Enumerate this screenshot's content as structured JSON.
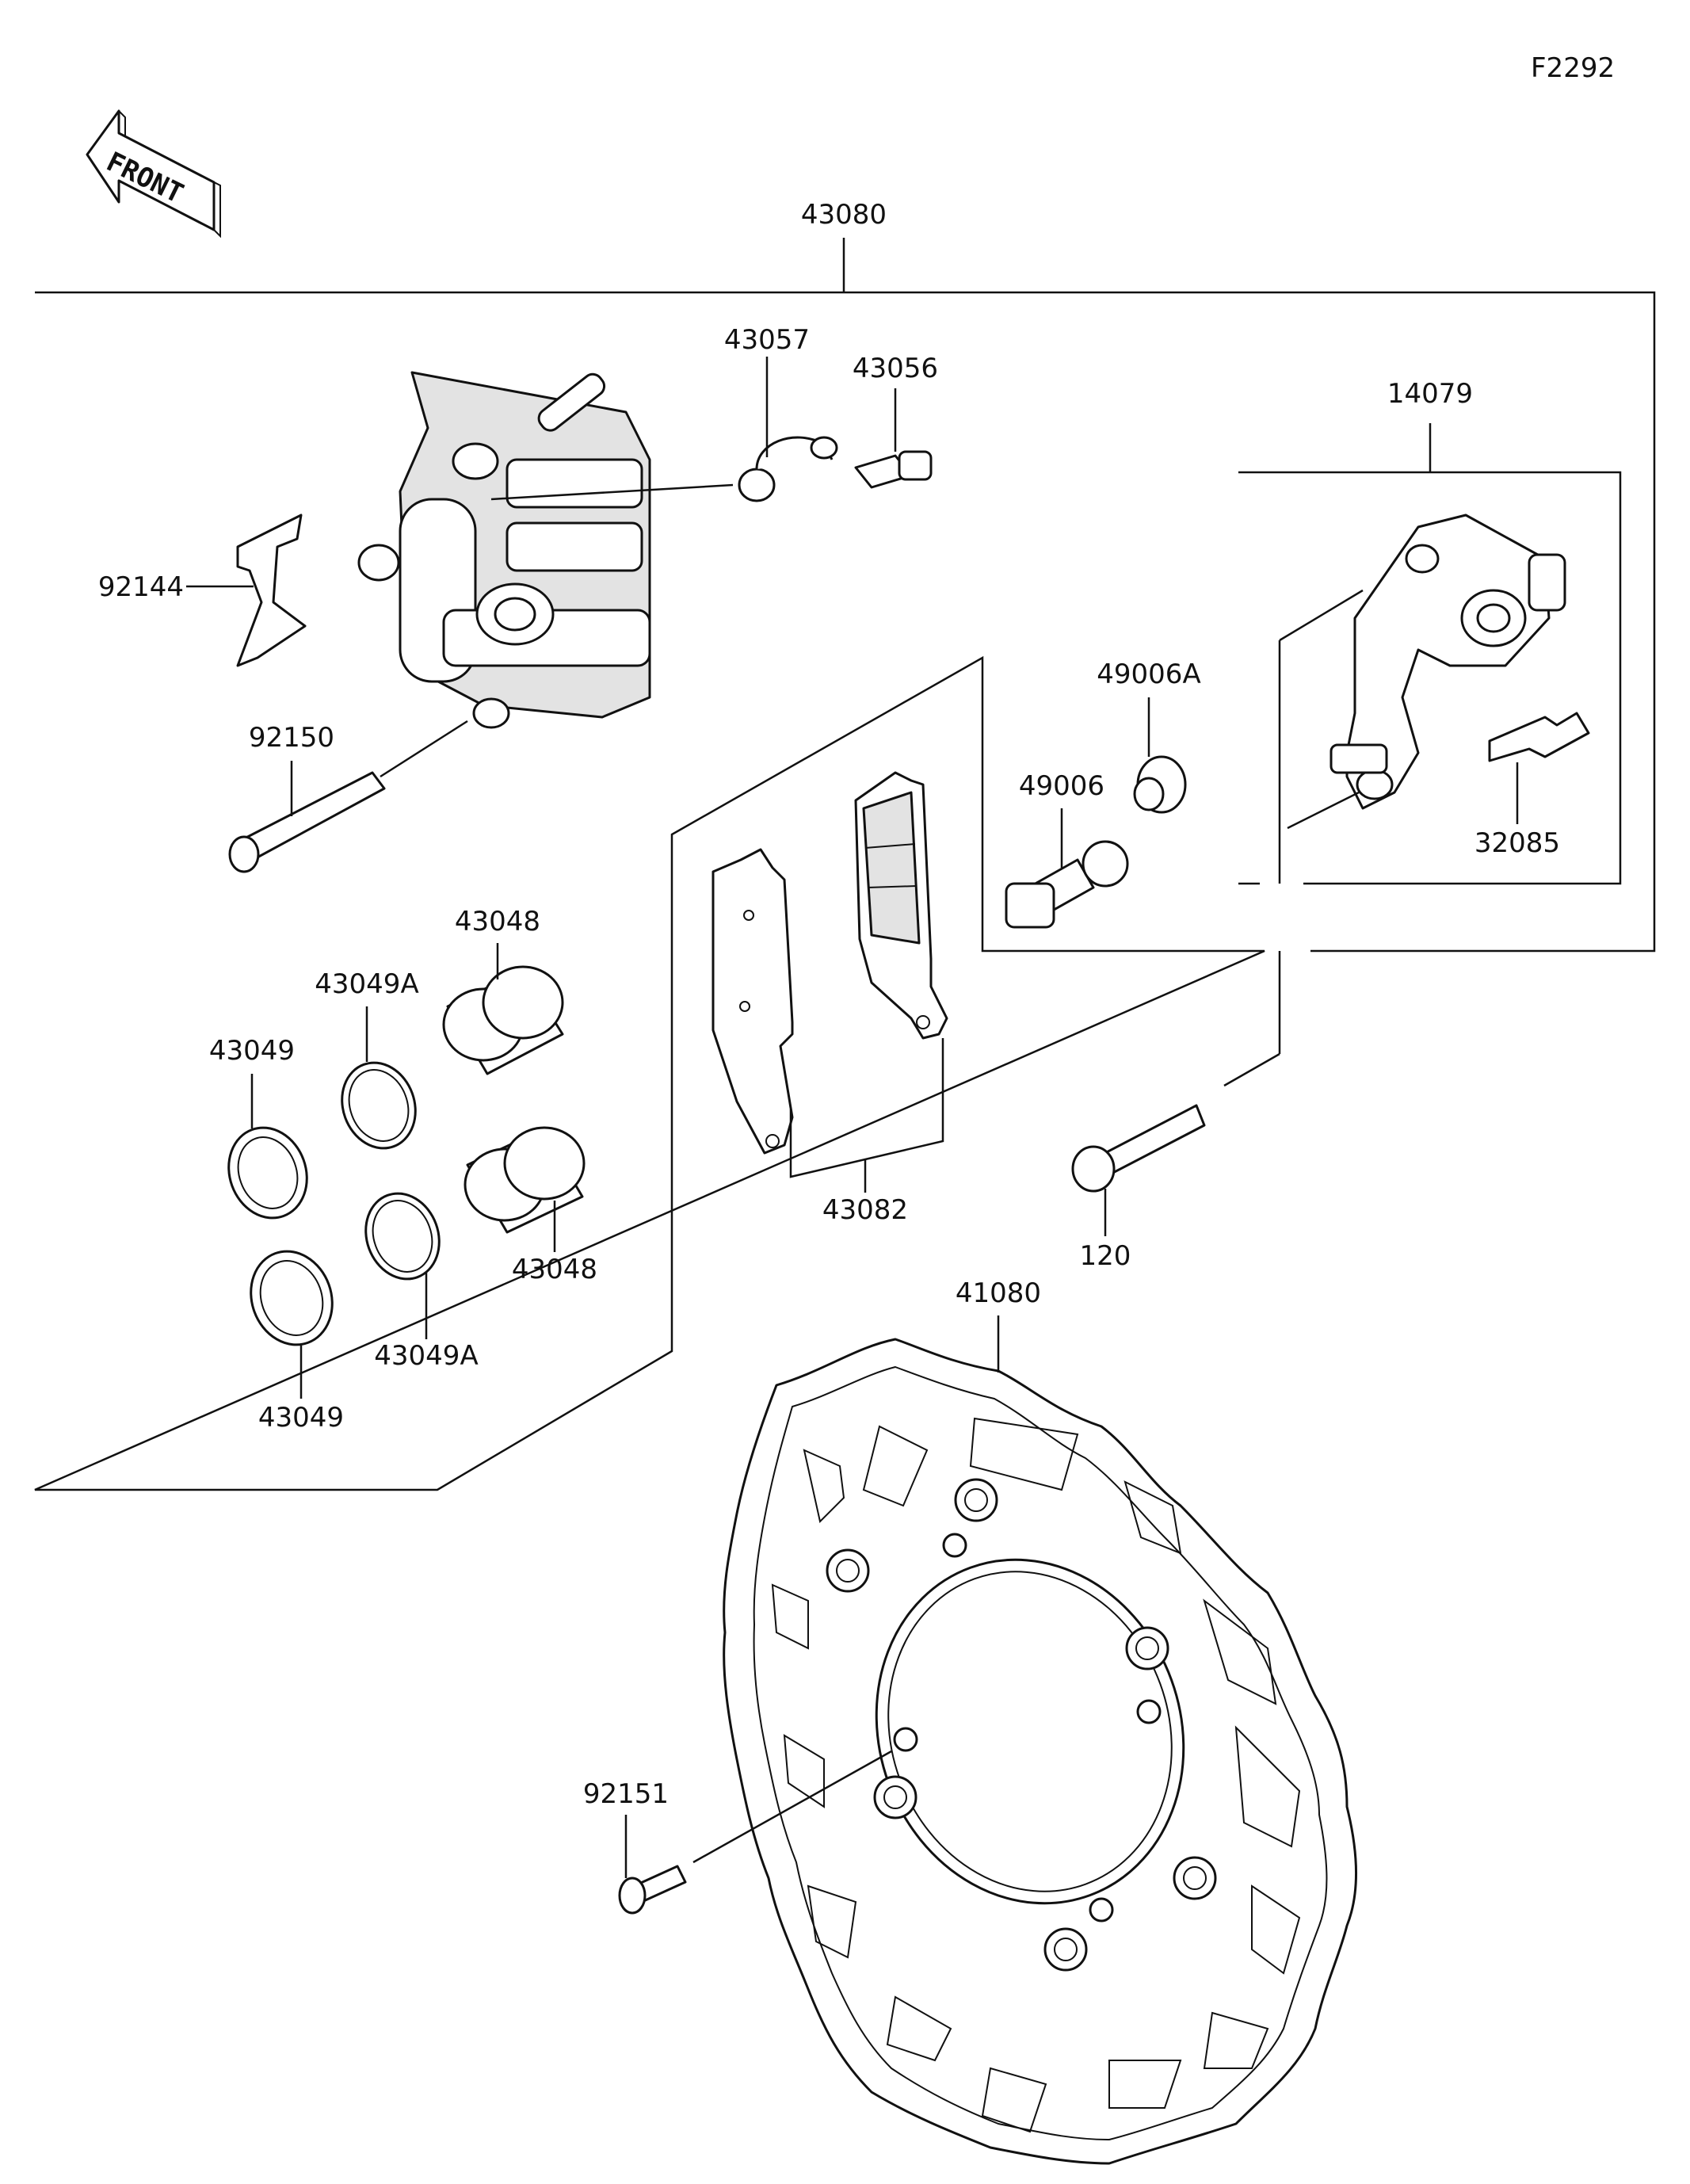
{
  "figure_code": "F2292",
  "front_arrow": "FRONT",
  "labels": {
    "p43080": "43080",
    "p43057": "43057",
    "p43056": "43056",
    "p14079": "14079",
    "p92144": "92144",
    "p92150": "92150",
    "p49006A": "49006A",
    "p49006": "49006",
    "p32085": "32085",
    "p43048_top": "43048",
    "p43049A_top": "43049A",
    "p43049_top": "43049",
    "p43048_bot": "43048",
    "p43049A_bot": "43049A",
    "p43049_bot": "43049",
    "p43082": "43082",
    "p120": "120",
    "p41080": "41080",
    "p92151": "92151"
  }
}
